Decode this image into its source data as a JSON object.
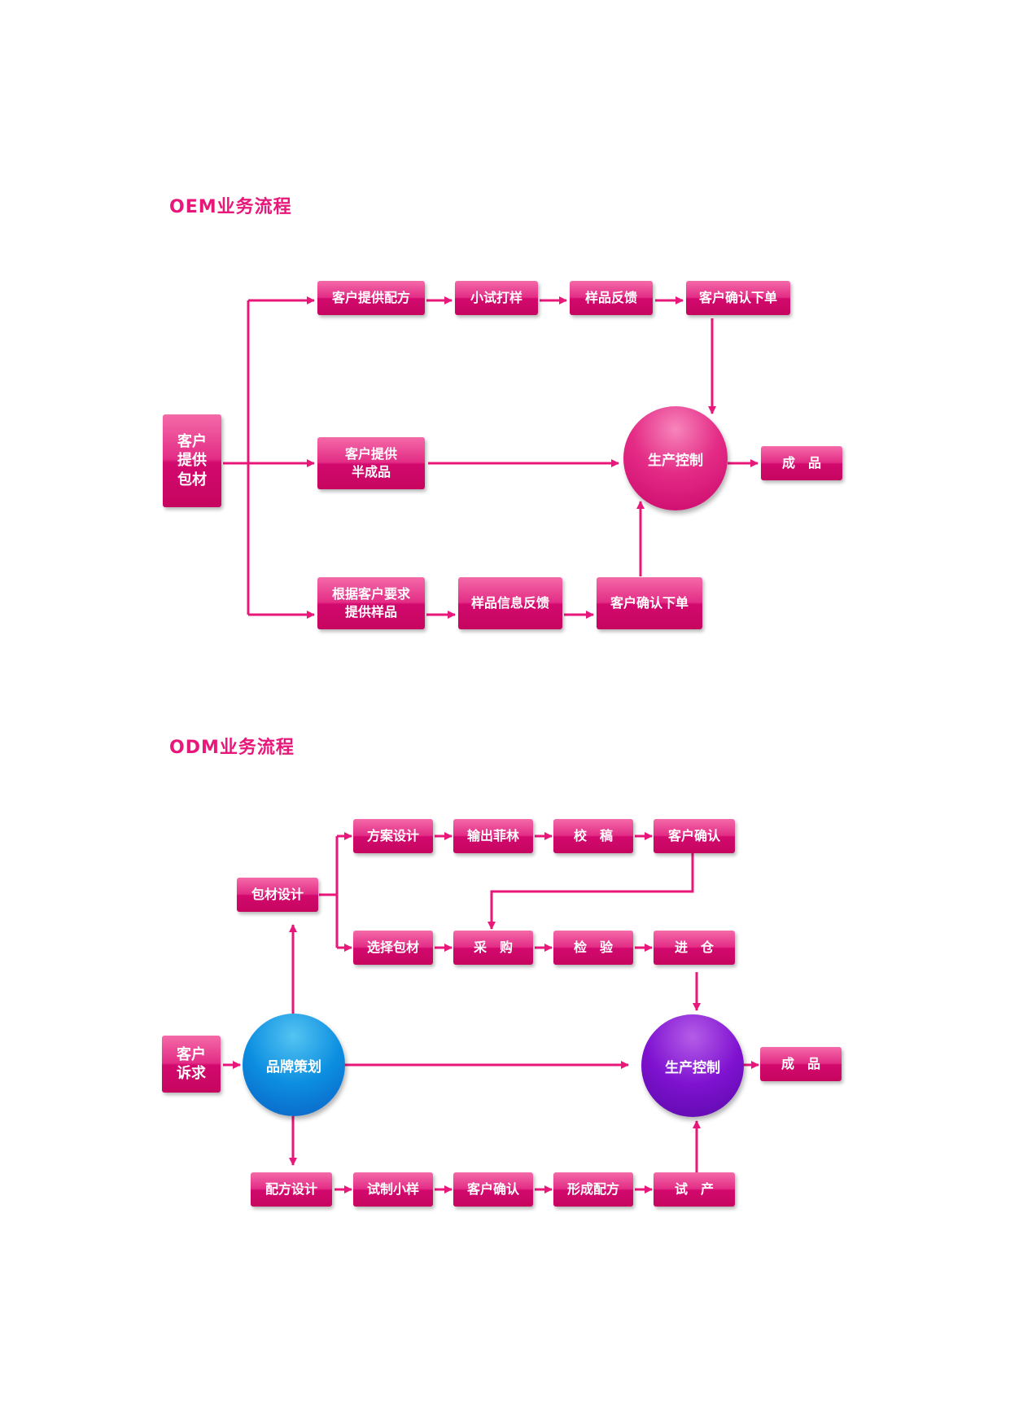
{
  "oem": {
    "title": "OEM业务流程",
    "start": "客户\n提供\n包材",
    "row1": [
      "客户提供配方",
      "小试打样",
      "样品反馈",
      "客户确认下单"
    ],
    "row2": "客户提供\n半成品",
    "row3": [
      "根据客户要求\n提供样品",
      "样品信息反馈",
      "客户确认下单"
    ],
    "control": "生产控制",
    "product": "成　品"
  },
  "odm": {
    "title": "ODM业务流程",
    "start": "客户\n诉求",
    "brand": "品牌策划",
    "pack": "包材设计",
    "row1": [
      "方案设计",
      "输出菲林",
      "校　稿",
      "客户确认"
    ],
    "row2": [
      "选择包材",
      "采　购",
      "检　验",
      "进　仓"
    ],
    "row3": [
      "配方设计",
      "试制小样",
      "客户确认",
      "形成配方",
      "试　产"
    ],
    "control": "生产控制",
    "product": "成　品"
  },
  "colors": {
    "accent": "#e8177a",
    "box": "#d80f72",
    "brand_circle": "#0c8ee0",
    "control_circle_odm": "#7f12d0"
  }
}
